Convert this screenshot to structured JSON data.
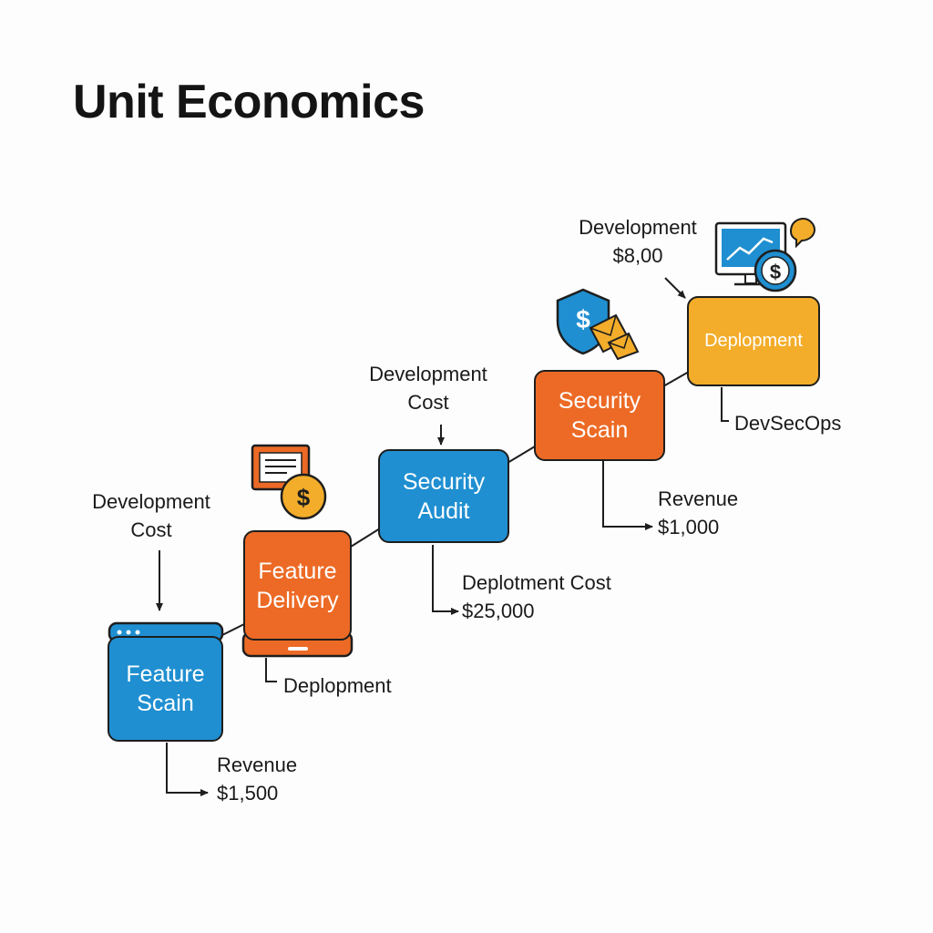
{
  "title": "Unit Economics",
  "colors": {
    "blue": "#1f8fd1",
    "orange": "#ec6a25",
    "gold": "#f3ad2a",
    "outline": "#1e1e1e"
  },
  "steps": [
    {
      "label_line1": "Feature",
      "label_line2": "Scain",
      "color": "blue",
      "top_label_line1": "Development",
      "top_label_line2": "Cost",
      "bottom_label_line1": "Revenue",
      "bottom_label_line2": "$1,500",
      "icon": "browser-window-icon"
    },
    {
      "label_line1": "Feature",
      "label_line2": "Delivery",
      "color": "orange",
      "bottom_label": "Deplopment",
      "icon": "invoice-dollar-icon"
    },
    {
      "label_line1": "Security",
      "label_line2": "Audit",
      "color": "blue",
      "top_label_line1": "Development",
      "top_label_line2": "Cost",
      "bottom_label_line1": "Deplotment Cost",
      "bottom_label_line2": "$25,000"
    },
    {
      "label_line1": "Security",
      "label_line2": "Scain",
      "color": "orange",
      "bottom_label_line1": "Revenue",
      "bottom_label_line2": "$1,000",
      "icon": "shield-dollar-envelope-icon"
    },
    {
      "label_line1": "Deplopment",
      "color": "gold",
      "top_label_line1": "Development",
      "top_label_line2": "$8,00",
      "bottom_label": "DevSecOps",
      "icon": "monitor-dollar-icon"
    }
  ]
}
